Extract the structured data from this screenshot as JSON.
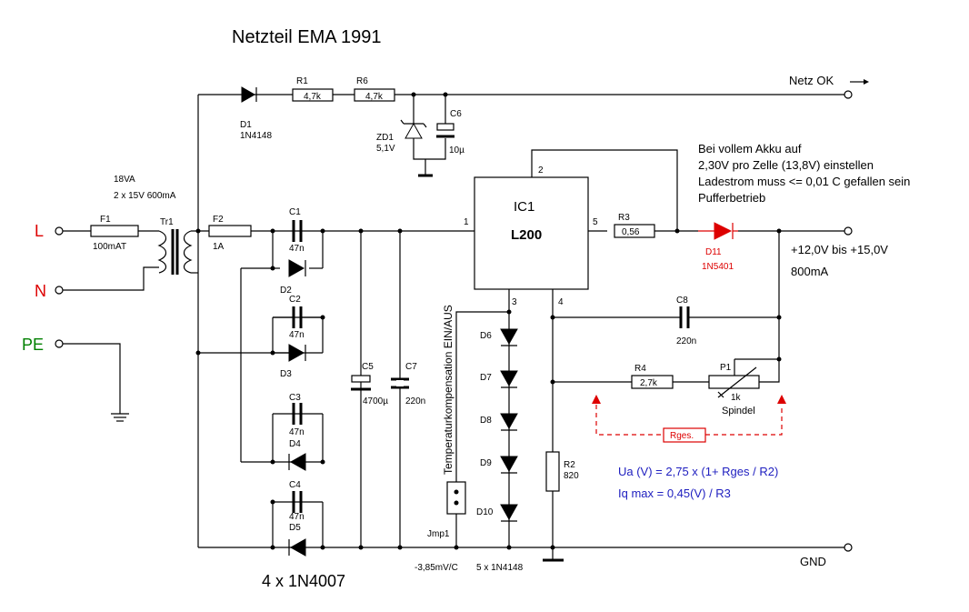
{
  "title": "Netzteil EMA  1991",
  "colors": {
    "line": "#000000",
    "red": "#dd0000",
    "green": "#008000",
    "blue": "#2020c0"
  },
  "terminals": {
    "L": "L",
    "N": "N",
    "PE": "PE",
    "netz_ok": "Netz OK",
    "gnd": "GND"
  },
  "transformer": {
    "ref": "Tr1",
    "rating": "18VA",
    "spec": "2 x 15V 600mA"
  },
  "fuses": [
    {
      "ref": "F1",
      "value": "100mAT"
    },
    {
      "ref": "F2",
      "value": "1A"
    }
  ],
  "resistors": [
    {
      "ref": "R1",
      "value": "4,7k"
    },
    {
      "ref": "R6",
      "value": "4,7k"
    },
    {
      "ref": "R3",
      "value": "0,56"
    },
    {
      "ref": "R4",
      "value": "2,7k"
    },
    {
      "ref": "R2",
      "value": "820"
    }
  ],
  "potentiometer": {
    "ref": "P1",
    "value": "1k",
    "note": "Spindel"
  },
  "capacitors": [
    {
      "ref": "C1",
      "value": "47n"
    },
    {
      "ref": "C2",
      "value": "47n"
    },
    {
      "ref": "C3",
      "value": "47n"
    },
    {
      "ref": "C4",
      "value": "47n"
    },
    {
      "ref": "C5",
      "value": "4700µ"
    },
    {
      "ref": "C6",
      "value": "10µ"
    },
    {
      "ref": "C7",
      "value": "220n"
    },
    {
      "ref": "C8",
      "value": "220n"
    }
  ],
  "diodes": {
    "D1": {
      "ref": "D1",
      "type": "1N4148"
    },
    "ZD1": {
      "ref": "ZD1",
      "type": "5,1V"
    },
    "D11": {
      "ref": "D11",
      "type": "1N5401"
    },
    "bridge": [
      "D2",
      "D3",
      "D4",
      "D5"
    ],
    "bridge_type": "4 x 1N4007",
    "tc": [
      "D6",
      "D7",
      "D8",
      "D9",
      "D10"
    ],
    "tc_type": "5 x 1N4148"
  },
  "ic": {
    "ref": "IC1",
    "type": "L200",
    "pins": [
      "1",
      "2",
      "3",
      "4",
      "5"
    ]
  },
  "jumper": {
    "ref": "Jmp1",
    "label": "Temperaturkompensation EIN/AUS",
    "coef": "-3,85mV/C"
  },
  "output": {
    "voltage": "+12,0V bis +15,0V",
    "current": "800mA"
  },
  "rges_label": "Rges.",
  "notes": [
    "Bei vollem Akku auf",
    "2,30V pro Zelle (13,8V) einstellen",
    "Ladestrom muss <= 0,01 C gefallen sein",
    "Pufferbetrieb"
  ],
  "formulas": [
    "Ua (V) = 2,75 x (1+ Rges / R2)",
    "Iq max = 0,45(V) / R3"
  ]
}
